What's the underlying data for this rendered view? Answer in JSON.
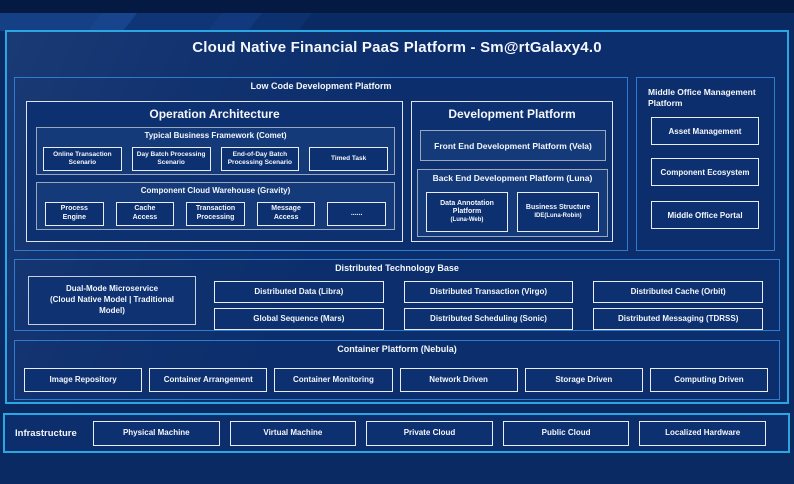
{
  "title": "Cloud Native Financial PaaS Platform - Sm@rtGalaxy4.0",
  "colors": {
    "background": "#0a2a63",
    "panel": "#0c2e6c",
    "accent_cyan_border": "#2aa7e1",
    "section_blue_border": "#2e7ccd",
    "item_white_border": "#e8edf5",
    "framework_gray_border": "#9aa6bb",
    "text": "#f4f7fc"
  },
  "low_code": {
    "label": "Low Code Development Platform",
    "operation": {
      "label": "Operation Architecture",
      "comet": {
        "label": "Typical Business Framework (Comet)",
        "items": [
          "Online Transaction Scenario",
          "Day Batch Processing Scenario",
          "End-of-Day Batch Processing Scenario",
          "Timed Task"
        ]
      },
      "gravity": {
        "label": "Component Cloud Warehouse (Gravity)",
        "items": [
          "Process Engine",
          "Cache Access",
          "Transaction Processing",
          "Message Access",
          "......"
        ]
      }
    },
    "development": {
      "label": "Development Platform",
      "front_end": "Front End Development Platform (Vela)",
      "back_end": {
        "label": "Back End Development Platform (Luna)",
        "items": [
          {
            "main": "Data Annotation Platform",
            "sub": "(Luna-Web)"
          },
          {
            "main": "Business Structure",
            "sub": "IDE(Luna-Robin)"
          }
        ]
      }
    }
  },
  "middle_office": {
    "label": "Middle Office Management Platform",
    "items": [
      "Asset Management",
      "Component Ecosystem",
      "Middle Office Portal"
    ]
  },
  "distributed": {
    "label": "Distributed Technology Base",
    "dual_mode": {
      "main": "Dual-Mode Microservice",
      "sub": "(Cloud Native Model | Traditional Model)"
    },
    "grid": [
      "Distributed Data (Libra)",
      "Distributed Transaction (Virgo)",
      "Distributed Cache (Orbit)",
      "Global Sequence (Mars)",
      "Distributed Scheduling (Sonic)",
      "Distributed Messaging (TDRSS)"
    ]
  },
  "container_platform": {
    "label": "Container Platform (Nebula)",
    "items": [
      "Image Repository",
      "Container Arrangement",
      "Container Monitoring",
      "Network Driven",
      "Storage Driven",
      "Computing Driven"
    ]
  },
  "infrastructure": {
    "label": "Infrastructure",
    "items": [
      "Physical Machine",
      "Virtual Machine",
      "Private Cloud",
      "Public Cloud",
      "Localized Hardware"
    ]
  }
}
